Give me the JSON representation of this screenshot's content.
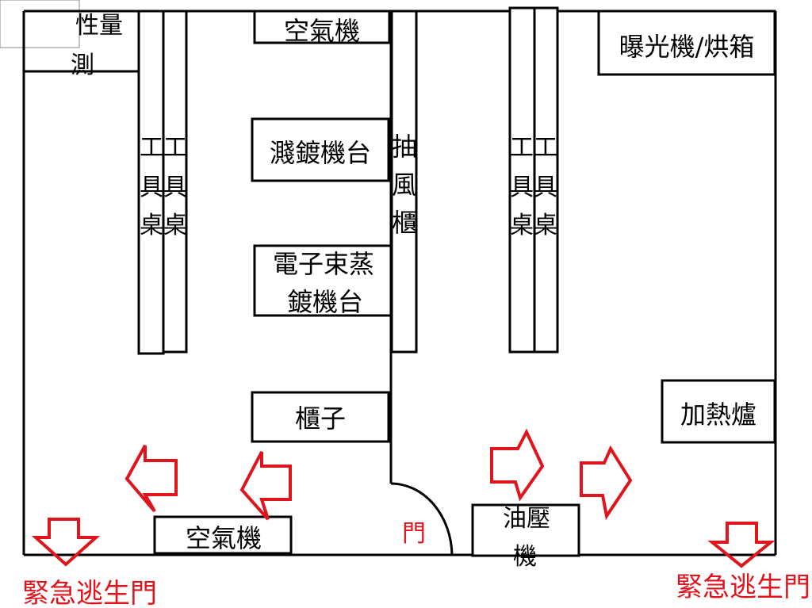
{
  "diagram": {
    "rooms": {
      "left_corner_room": {
        "line1": "性量",
        "line2": "測"
      },
      "ac_top": "空氣機",
      "exposure_oven": "曝光機/烘箱",
      "sputter": "濺鍍機台",
      "ebeam": {
        "line1": "電子束蒸",
        "line2": "鍍機台"
      },
      "fume_hood": [
        "抽",
        "風",
        "櫃"
      ],
      "tool_bench_left_a": [
        "工",
        "具",
        "桌"
      ],
      "tool_bench_left_b": [
        "工",
        "具",
        "桌"
      ],
      "tool_bench_right_a": [
        "工",
        "具",
        "桌"
      ],
      "tool_bench_right_b": [
        "工",
        "具",
        "桌"
      ],
      "cabinet": "櫃子",
      "heater": "加熱爐",
      "ac_bottom": "空氣機",
      "hydraulic": {
        "line1": "油壓",
        "line2": "機"
      }
    },
    "door_label": "門",
    "emergency_exit_left": "緊急逃生門",
    "emergency_exit_right": "緊急逃生門",
    "colors": {
      "walls": "#000000",
      "exit": "#e0141c"
    }
  }
}
